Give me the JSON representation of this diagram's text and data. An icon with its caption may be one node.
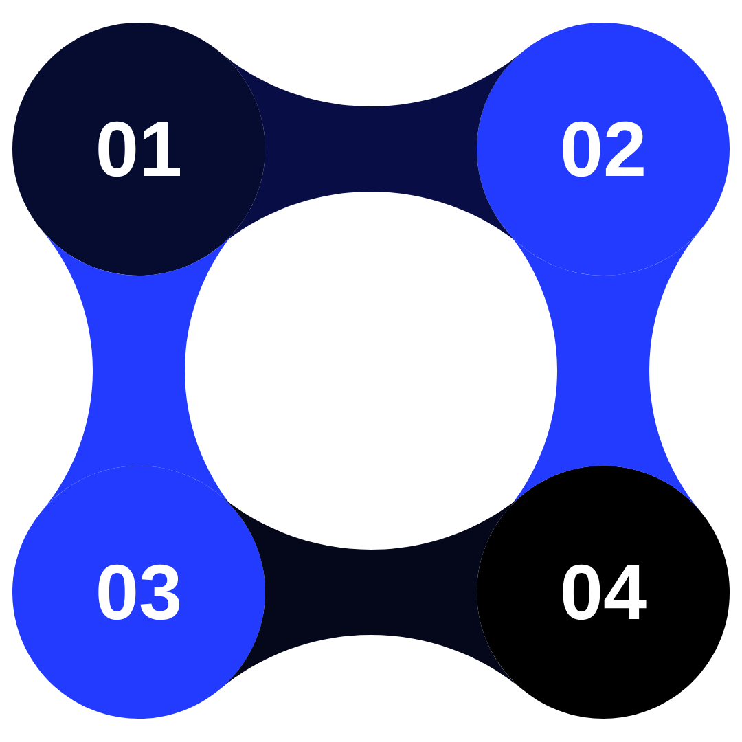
{
  "diagram": {
    "nodes": [
      {
        "text": [
          "01"
        ]
      },
      {
        "text": [
          "02"
        ]
      },
      {
        "text": [
          "03"
        ]
      },
      {
        "text": [
          "04"
        ]
      }
    ],
    "edges": [
      {
        "from": 0,
        "to": 1,
        "arrow": "none",
        "color": "#080e45"
      },
      {
        "from": 0,
        "to": 2,
        "arrow": "none",
        "color": "#233bff"
      },
      {
        "from": 1,
        "to": 3,
        "arrow": "none",
        "color": "#233bff"
      },
      {
        "from": 2,
        "to": 3,
        "arrow": "none",
        "color": "#05071a"
      }
    ]
  }
}
